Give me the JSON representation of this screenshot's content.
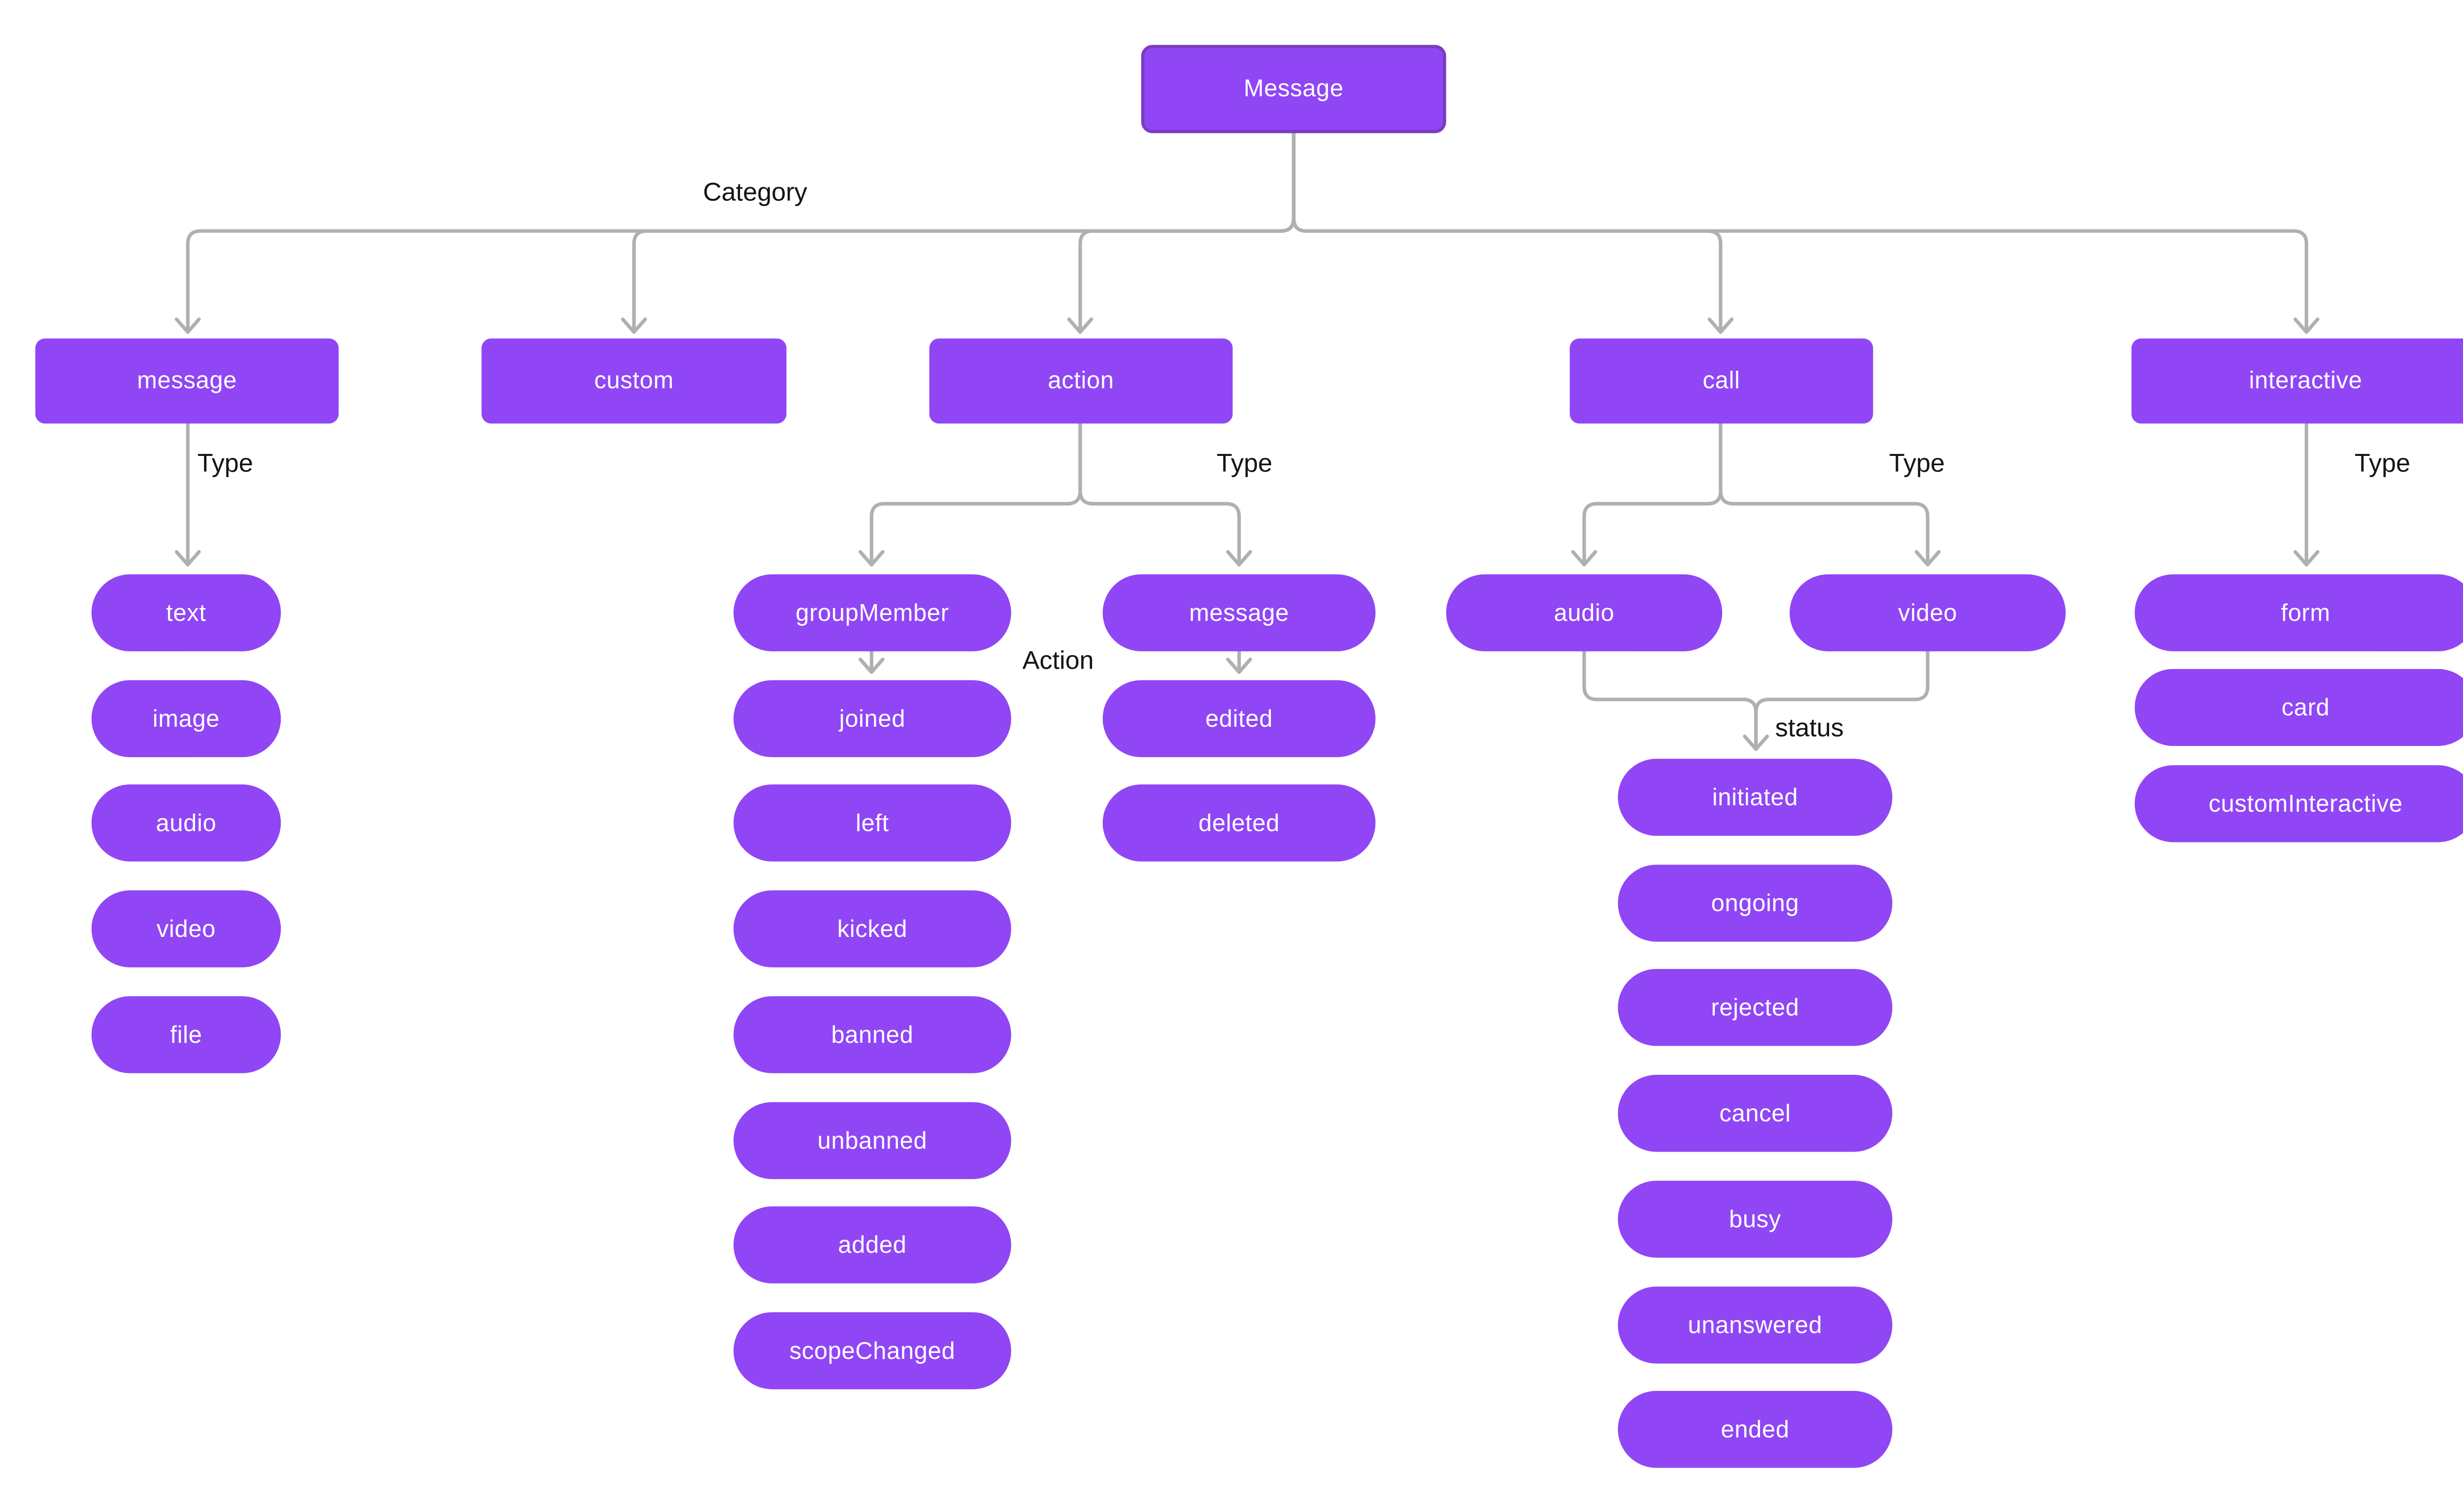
{
  "tree": {
    "root": "Message",
    "labels": {
      "category": "Category",
      "type": "Type",
      "action": "Action",
      "status": "status"
    },
    "categories": [
      {
        "name": "message",
        "types": [
          "text",
          "image",
          "audio",
          "video",
          "file"
        ]
      },
      {
        "name": "custom"
      },
      {
        "name": "action",
        "types": [
          {
            "name": "groupMember",
            "actions": [
              "joined",
              "left",
              "kicked",
              "banned",
              "unbanned",
              "added",
              "scopeChanged"
            ]
          },
          {
            "name": "message",
            "actions": [
              "edited",
              "deleted"
            ]
          }
        ]
      },
      {
        "name": "call",
        "types": [
          {
            "name": "audio"
          },
          {
            "name": "video"
          }
        ],
        "statuses": [
          "initiated",
          "ongoing",
          "rejected",
          "cancel",
          "busy",
          "unanswered",
          "ended"
        ]
      },
      {
        "name": "interactive",
        "types": [
          "form",
          "card",
          "customInteractive"
        ]
      }
    ],
    "colors": {
      "node_fill": "#9046f5",
      "root_border": "#7a3bc4",
      "connector": "#b0b0b0",
      "label_text": "#141414",
      "node_text": "#ffffff",
      "background": "#ffffff"
    }
  }
}
